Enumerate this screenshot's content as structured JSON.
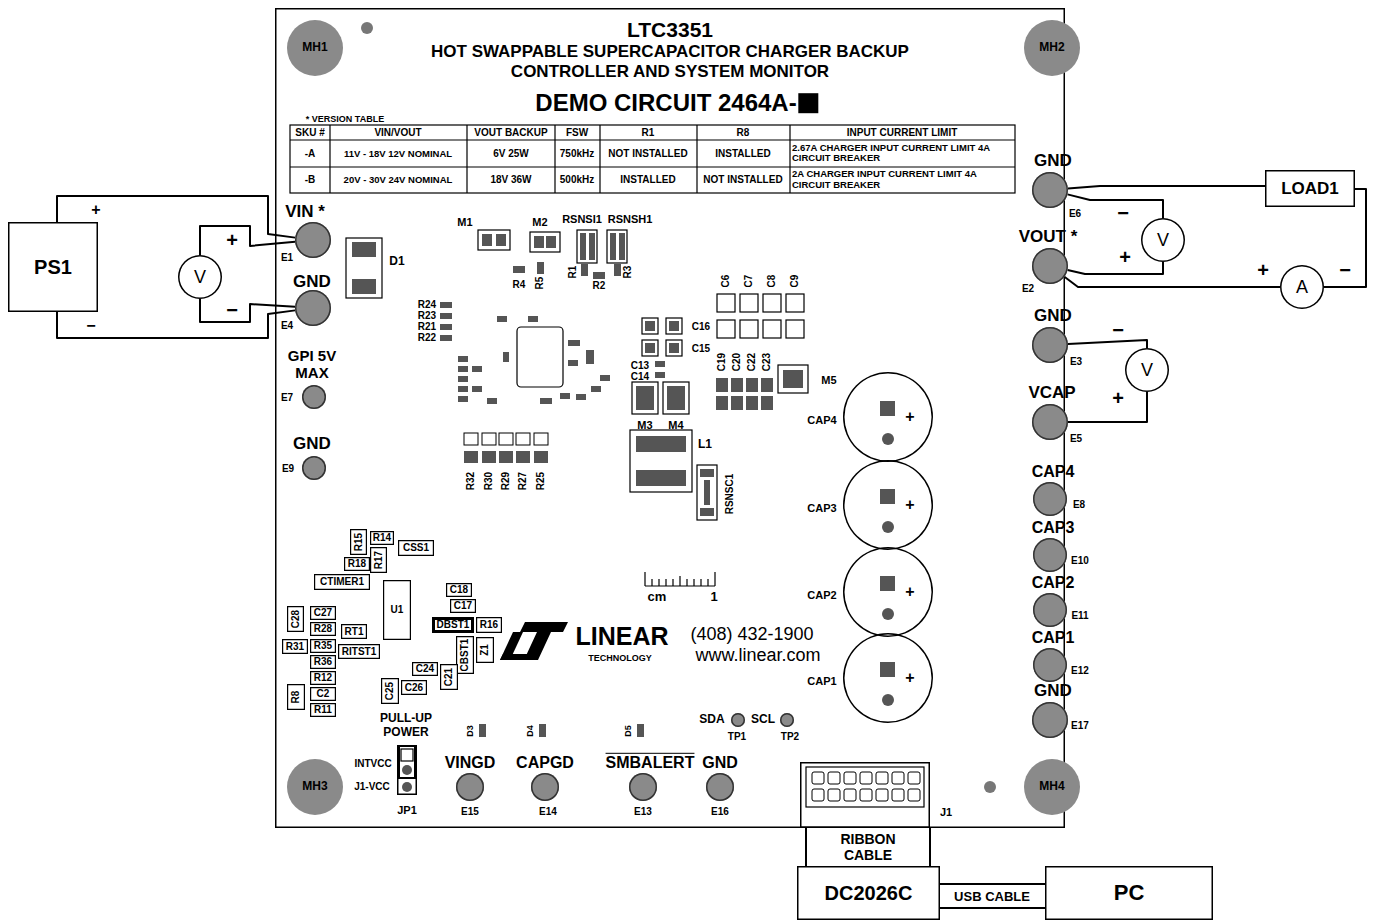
{
  "diagram": {
    "title": "LTC3351",
    "nodes": [
      {
        "text": [
          "HOT SWAPPABLE SUPERCAPACITOR CHARGER BACKUP CONTROLLER AND SYSTEM MONITOR",
          "DEMO CIRCUIT 2464A-"
        ]
      },
      {
        "text": [
          "MH1"
        ],
        "in": 0
      },
      {
        "text": [
          "MH2"
        ],
        "in": 0
      },
      {
        "text": [
          "MH3"
        ],
        "in": 0
      },
      {
        "text": [
          "MH4"
        ],
        "in": 0
      },
      {
        "text": [
          "VIN *",
          "E1"
        ],
        "in": 0
      },
      {
        "text": [
          "GND",
          "E4"
        ],
        "in": 0
      },
      {
        "text": [
          "GPI 5V MAX",
          "E7"
        ],
        "in": 0
      },
      {
        "text": [
          "GND",
          "E9"
        ],
        "in": 0
      },
      {
        "text": [
          "GND",
          "E6"
        ],
        "in": 0
      },
      {
        "text": [
          "VOUT *",
          "E2"
        ],
        "in": 0
      },
      {
        "text": [
          "GND",
          "E3"
        ],
        "in": 0
      },
      {
        "text": [
          "VCAP",
          "E5"
        ],
        "in": 0
      },
      {
        "text": [
          "CAP4",
          "E8"
        ],
        "in": 0
      },
      {
        "text": [
          "CAP3",
          "E10"
        ],
        "in": 0
      },
      {
        "text": [
          "CAP2",
          "E11"
        ],
        "in": 0
      },
      {
        "text": [
          "CAP1",
          "E12"
        ],
        "in": 0
      },
      {
        "text": [
          "GND",
          "E17"
        ],
        "in": 0
      },
      {
        "text": [
          "VINGD",
          "E15"
        ],
        "in": 0
      },
      {
        "text": [
          "CAPGD",
          "E14"
        ],
        "in": 0
      },
      {
        "text": [
          "SMBALERT",
          "E13"
        ],
        "in": 0
      },
      {
        "text": [
          "GND",
          "E16"
        ],
        "in": 0
      },
      {
        "text": [
          "SDA",
          "TP1"
        ],
        "in": 0
      },
      {
        "text": [
          "SCL",
          "TP2"
        ],
        "in": 0
      },
      {
        "text": [
          "PULL-UP POWER",
          "INTVCC",
          "J1-VCC",
          "JP1"
        ],
        "in": 0
      },
      {
        "text": [
          "J1"
        ],
        "in": 0
      },
      {
        "text": [
          "CAP4",
          "+"
        ],
        "in": 0
      },
      {
        "text": [
          "CAP3",
          "+"
        ],
        "in": 0
      },
      {
        "text": [
          "CAP2",
          "+"
        ],
        "in": 0
      },
      {
        "text": [
          "CAP1",
          "+"
        ],
        "in": 0
      },
      {
        "text": [
          "U1"
        ],
        "in": 0
      },
      {
        "text": [
          "R15"
        ],
        "in": 0
      },
      {
        "text": [
          "R14"
        ],
        "in": 0
      },
      {
        "text": [
          "R18"
        ],
        "in": 0
      },
      {
        "text": [
          "R17"
        ],
        "in": 0
      },
      {
        "text": [
          "CSS1"
        ],
        "in": 0
      },
      {
        "text": [
          "CTIMER1"
        ],
        "in": 0
      },
      {
        "text": [
          "C18"
        ],
        "in": 0
      },
      {
        "text": [
          "C17"
        ],
        "in": 0
      },
      {
        "text": [
          "DBST1"
        ],
        "in": 0
      },
      {
        "text": [
          "R16"
        ],
        "in": 0
      },
      {
        "text": [
          "C28"
        ],
        "in": 0
      },
      {
        "text": [
          "C27"
        ],
        "in": 0
      },
      {
        "text": [
          "R28"
        ],
        "in": 0
      },
      {
        "text": [
          "RT1"
        ],
        "in": 0
      },
      {
        "text": [
          "R31"
        ],
        "in": 0
      },
      {
        "text": [
          "R35"
        ],
        "in": 0
      },
      {
        "text": [
          "RITST1"
        ],
        "in": 0
      },
      {
        "text": [
          "R36"
        ],
        "in": 0
      },
      {
        "text": [
          "CBST1"
        ],
        "in": 0
      },
      {
        "text": [
          "Z1"
        ],
        "in": 0
      },
      {
        "text": [
          "R12"
        ],
        "in": 0
      },
      {
        "text": [
          "C24"
        ],
        "in": 0
      },
      {
        "text": [
          "C21"
        ],
        "in": 0
      },
      {
        "text": [
          "C2"
        ],
        "in": 0
      },
      {
        "text": [
          "R8"
        ],
        "in": 0
      },
      {
        "text": [
          "C26"
        ],
        "in": 0
      },
      {
        "text": [
          "C25"
        ],
        "in": 0
      },
      {
        "text": [
          "R11"
        ],
        "in": 0
      },
      {
        "text": [
          "PS1"
        ]
      },
      {
        "text": [
          "V"
        ]
      },
      {
        "text": [
          "LOAD1"
        ]
      },
      {
        "text": [
          "V"
        ]
      },
      {
        "text": [
          "A"
        ]
      },
      {
        "text": [
          "V"
        ]
      },
      {
        "text": [
          "DC2026C"
        ]
      },
      {
        "text": [
          "PC"
        ]
      }
    ],
    "edges": [
      {
        "from": 59,
        "to": 5,
        "arrow": "none"
      },
      {
        "from": 59,
        "to": 6,
        "arrow": "none"
      },
      {
        "from": 60,
        "to": 5,
        "arrow": "none"
      },
      {
        "from": 60,
        "to": 6,
        "arrow": "none"
      },
      {
        "from": 9,
        "to": 61,
        "arrow": "none"
      },
      {
        "from": 9,
        "to": 62,
        "arrow": "none"
      },
      {
        "from": 10,
        "to": 62,
        "arrow": "none"
      },
      {
        "from": 10,
        "to": 63,
        "arrow": "none"
      },
      {
        "from": 63,
        "to": 61,
        "arrow": "none"
      },
      {
        "from": 11,
        "to": 64,
        "arrow": "none"
      },
      {
        "from": 12,
        "to": 64,
        "arrow": "none"
      },
      {
        "from": 25,
        "to": 65,
        "label": "RIBBON CABLE",
        "arrow": "none"
      },
      {
        "from": 65,
        "to": 66,
        "label": "USB CABLE",
        "arrow": "none"
      }
    ],
    "labels": [
      "* VERSION TABLE",
      "SKU #",
      "VIN/VOUT",
      "VOUT BACKUP",
      "FSW",
      "R1",
      "R8",
      "INPUT CURRENT LIMIT",
      "-A",
      "11V - 18V 12V NOMINAL",
      "6V 25W",
      "750kHz",
      "NOT INSTALLED",
      "INSTALLED",
      "2.67A CHARGER INPUT CURRENT LIMIT 4A CIRCUIT BREAKER",
      "-B",
      "20V - 30V 24V NOMINAL",
      "18V 36W",
      "500kHz",
      "INSTALLED",
      "NOT INSTALLED",
      "2A CHARGER INPUT CURRENT LIMIT 4A CIRCUIT BREAKER",
      "M1",
      "M2",
      "RSNSI1",
      "RSNSH1",
      "R4",
      "R5",
      "R1",
      "R2",
      "R3",
      "R24",
      "R23",
      "R21",
      "R22",
      "D1",
      "C6",
      "C7",
      "C8",
      "C9",
      "C16",
      "C15",
      "C13",
      "C14",
      "C19",
      "C20",
      "C22",
      "C23",
      "M5",
      "M3",
      "M4",
      "L1",
      "RSNSC1",
      "R32",
      "R30",
      "R29",
      "R27",
      "R25",
      "cm",
      "1",
      "LINEAR",
      "TECHNOLOGY",
      "(408) 432-1900",
      "www.linear.com",
      "D3",
      "D4",
      "D5",
      "+",
      "−",
      "+",
      "−",
      "−",
      "+",
      "+",
      "−",
      "−",
      "+"
    ]
  }
}
